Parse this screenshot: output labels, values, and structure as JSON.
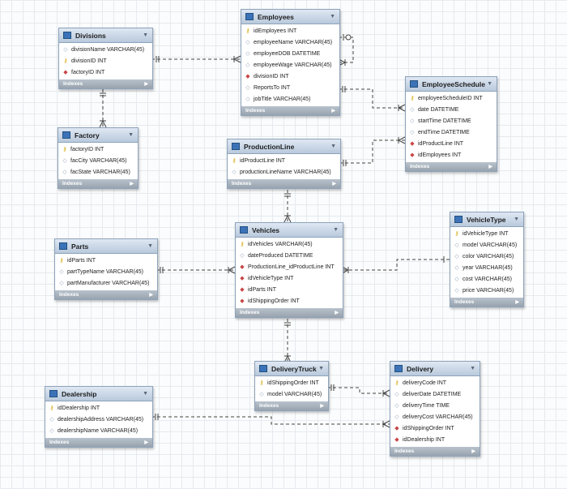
{
  "tables": {
    "employees": {
      "title": "Employees",
      "indexes": "Indexes",
      "fields": [
        {
          "icon": "pk",
          "text": "idEmployees INT"
        },
        {
          "icon": "col",
          "text": "employeeName VARCHAR(45)"
        },
        {
          "icon": "col",
          "text": "employeeDOB DATETIME"
        },
        {
          "icon": "col",
          "text": "employeeWage VARCHAR(45)"
        },
        {
          "icon": "fk",
          "text": "divisionID INT"
        },
        {
          "icon": "col",
          "text": "ReportsTo INT"
        },
        {
          "icon": "col",
          "text": "jobTitle VARCHAR(45)"
        }
      ]
    },
    "divisions": {
      "title": "Divisions",
      "indexes": "Indexes",
      "fields": [
        {
          "icon": "col",
          "text": "divisionName VARCHAR(45)"
        },
        {
          "icon": "pk",
          "text": "divisionID INT"
        },
        {
          "icon": "fk",
          "text": "factoryID INT"
        }
      ]
    },
    "employeeschedule": {
      "title": "EmployeeSchedule",
      "indexes": "Indexes",
      "fields": [
        {
          "icon": "pk",
          "text": "employeeScheduleID INT"
        },
        {
          "icon": "col",
          "text": "date DATETIME"
        },
        {
          "icon": "col",
          "text": "startTime DATETIME"
        },
        {
          "icon": "col",
          "text": "endTime DATETIME"
        },
        {
          "icon": "fk",
          "text": "idProductLine INT"
        },
        {
          "icon": "fk",
          "text": "idEmployees INT"
        }
      ]
    },
    "factory": {
      "title": "Factory",
      "indexes": "Indexes",
      "fields": [
        {
          "icon": "pk",
          "text": "factoryID INT"
        },
        {
          "icon": "col",
          "text": "facCity VARCHAR(45)"
        },
        {
          "icon": "col",
          "text": "facState VARCHAR(45)"
        }
      ]
    },
    "productionline": {
      "title": "ProductionLine",
      "indexes": "Indexes",
      "fields": [
        {
          "icon": "pk",
          "text": "idProductLine INT"
        },
        {
          "icon": "col",
          "text": "productionLineName VARCHAR(45)"
        }
      ]
    },
    "vehicles": {
      "title": "Vehicles",
      "indexes": "Indexes",
      "fields": [
        {
          "icon": "pk",
          "text": "idVehicles VARCHAR(45)"
        },
        {
          "icon": "col",
          "text": "dateProduced DATETIME"
        },
        {
          "icon": "fk",
          "text": "ProductionLine_idProductLine INT"
        },
        {
          "icon": "fk",
          "text": "idVehicleType INT"
        },
        {
          "icon": "fk",
          "text": "idParts INT"
        },
        {
          "icon": "fk",
          "text": "idShippingOrder INT"
        }
      ]
    },
    "parts": {
      "title": "Parts",
      "indexes": "Indexes",
      "fields": [
        {
          "icon": "pk",
          "text": "idParts INT"
        },
        {
          "icon": "col",
          "text": "partTypeName VARCHAR(45)"
        },
        {
          "icon": "col",
          "text": "partManufacturer VARCHAR(45)"
        }
      ]
    },
    "vehicletype": {
      "title": "VehicleType",
      "indexes": "Indexes",
      "fields": [
        {
          "icon": "pk",
          "text": "idVehicleType INT"
        },
        {
          "icon": "col",
          "text": "model VARCHAR(45)"
        },
        {
          "icon": "col",
          "text": "color VARCHAR(45)"
        },
        {
          "icon": "col",
          "text": "year VARCHAR(45)"
        },
        {
          "icon": "col",
          "text": "cost VARCHAR(45)"
        },
        {
          "icon": "col",
          "text": "price VARCHAR(45)"
        }
      ]
    },
    "deliverytruck": {
      "title": "DeliveryTruck",
      "indexes": "Indexes",
      "fields": [
        {
          "icon": "pk",
          "text": "idShippingOrder INT"
        },
        {
          "icon": "col",
          "text": "model VARCHAR(45)"
        }
      ]
    },
    "delivery": {
      "title": "Delivery",
      "indexes": "Indexes",
      "fields": [
        {
          "icon": "pk",
          "text": "deliveryCode INT"
        },
        {
          "icon": "col",
          "text": "deliverDate DATETIME"
        },
        {
          "icon": "col",
          "text": "deliveryTime TIME"
        },
        {
          "icon": "col",
          "text": "deliveryCost VARCHAR(45)"
        },
        {
          "icon": "fk",
          "text": "idShippingOrder INT"
        },
        {
          "icon": "fk",
          "text": "idDealership INT"
        }
      ]
    },
    "dealership": {
      "title": "Dealership",
      "indexes": "Indexes",
      "fields": [
        {
          "icon": "pk",
          "text": "idDealership INT"
        },
        {
          "icon": "col",
          "text": "dealershipAddress VARCHAR(45)"
        },
        {
          "icon": "col",
          "text": "dealershipName VARCHAR(45)"
        }
      ]
    }
  },
  "colors": {
    "header": "#c6d4e6",
    "pk": "#d4a400",
    "fk": "#c94646",
    "column": "#8fa3b8",
    "line": "#444444"
  },
  "icons": {
    "table": "table-icon",
    "primary_key": "key-icon",
    "foreign_key": "red-diamond-icon",
    "column": "diamond-icon",
    "collapse": "triangle-down-icon",
    "expand": "triangle-right-icon"
  }
}
